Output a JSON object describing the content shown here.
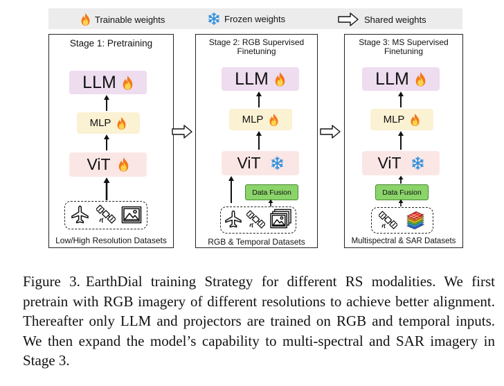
{
  "legend": {
    "trainable": "Trainable weights",
    "frozen": "Frozen weights",
    "shared": "Shared weights"
  },
  "stages": [
    {
      "title_line1": "Stage 1: Pretraining",
      "llm": "LLM",
      "mlp": "MLP",
      "vit": "ViT",
      "vit_state": "trainable",
      "dataset_label": "Low/High Resolution Datasets"
    },
    {
      "title_line1": "Stage 2: RGB Supervised",
      "title_line2": "Finetuning",
      "llm": "LLM",
      "mlp": "MLP",
      "vit": "ViT",
      "vit_state": "frozen",
      "fusion": "Data Fusion",
      "dataset_label": "RGB & Temporal Datasets"
    },
    {
      "title_line1": "Stage 3: MS Supervised",
      "title_line2": "Finetuning",
      "llm": "LLM",
      "mlp": "MLP",
      "vit": "ViT",
      "vit_state": "frozen",
      "fusion": "Data Fusion",
      "dataset_label": "Multispectral & SAR Datasets"
    }
  ],
  "caption": {
    "label": "Figure 3.",
    "text": "EarthDial training Strategy for different RS modalities. We first pretrain with RGB imagery of different resolutions to achieve better alignment. Thereafter only LLM and projectors are trained on RGB and temporal inputs. We then expand the model’s capability to multi-spectral and SAR imagery in Stage 3."
  },
  "icons": {
    "trainable": "flame-icon",
    "frozen": "snowflake-icon",
    "shared": "hollow-right-arrow-icon",
    "datasets": [
      "airplane-icon",
      "satellite-icon",
      "image-icon",
      "multispectral-cube-icon"
    ]
  }
}
